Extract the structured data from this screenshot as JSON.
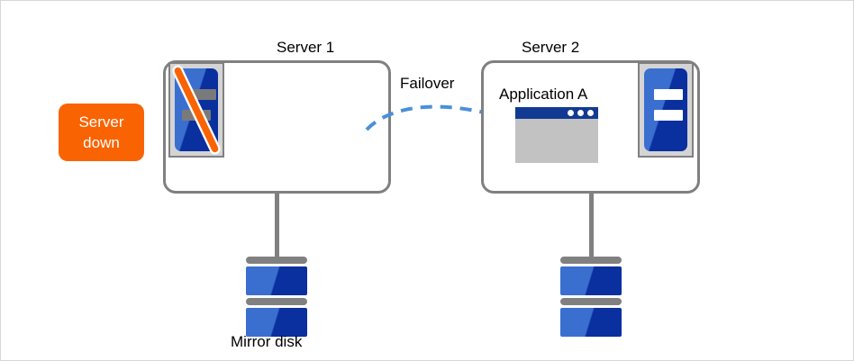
{
  "diagram": {
    "title_server1": "Server 1",
    "title_server2": "Server 2",
    "failover_label": "Failover",
    "application_label": "Application A",
    "mirror_disk_label": "Mirror disk",
    "status_badge": {
      "line1": "Server",
      "line2": "down"
    },
    "icons": {
      "server1_state": "server-disabled-icon",
      "server2_state": "server-active-icon",
      "app_window": "application-window-icon",
      "disk1": "mirror-disk-icon",
      "disk2": "mirror-disk-icon",
      "failover_arrow": "dashed-arrow-icon"
    },
    "colors": {
      "badge_background": "#f96302",
      "badge_text": "#ffffff",
      "box_border": "#808080",
      "server_blue_light": "#3a6fd0",
      "server_blue_dark": "#0a2f9e",
      "slash_orange": "#f96302",
      "arrow_blue": "#4a90d9",
      "app_titlebar": "#123a93",
      "app_body": "#c2c2c2",
      "icon_frame": "#d4d4d4",
      "text": "#000000"
    }
  }
}
